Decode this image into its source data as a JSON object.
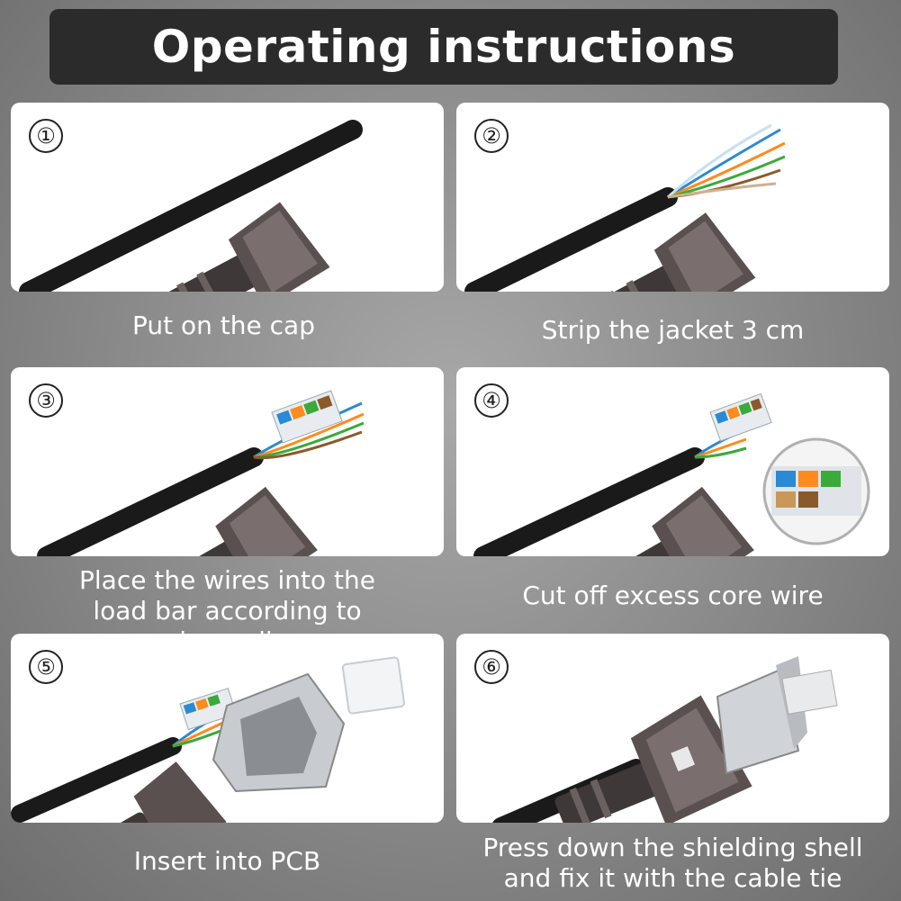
{
  "banner": {
    "title": "Operating instructions"
  },
  "steps": [
    {
      "number": "①",
      "caption": "Put on the cap"
    },
    {
      "number": "②",
      "caption": "Strip the jacket 3 cm"
    },
    {
      "number": "③",
      "caption": "Place the wires into the load bar according to color coding"
    },
    {
      "number": "④",
      "caption": "Cut off excess core wire"
    },
    {
      "number": "⑤",
      "caption": "Insert into PCB"
    },
    {
      "number": "⑥",
      "caption": "Press down the shielding shell and fix it with the cable tie"
    }
  ],
  "colors": {
    "banner_bg": "#2b2b2b",
    "background": "#8e8e8e",
    "caption_text": "#ffffff",
    "cable": "#1a1a1a",
    "cap": "#5a5050"
  }
}
